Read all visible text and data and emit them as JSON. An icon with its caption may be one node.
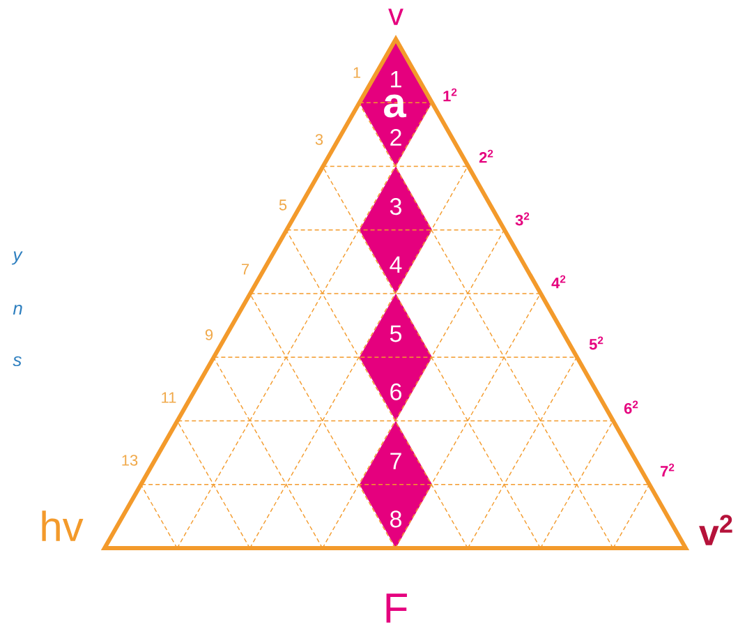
{
  "diagram": {
    "nodes": [
      {
        "text": [
          "1",
          "2"
        ]
      },
      {
        "text": [
          "3",
          "4"
        ]
      },
      {
        "text": [
          "5",
          "6"
        ]
      },
      {
        "text": [
          "7",
          "8"
        ]
      }
    ],
    "labels": [
      "v",
      "1",
      "a",
      "1$^{2}$",
      "3",
      "2$^{2}$",
      "5",
      "3$^{2}$",
      "y",
      "7",
      "4$^{2}$",
      "n",
      "9",
      "5$^{2}$",
      "s",
      "11",
      "6$^{2}$",
      "13",
      "7$^{2}$",
      "hv",
      "v$^{2}$",
      "F"
    ]
  }
}
